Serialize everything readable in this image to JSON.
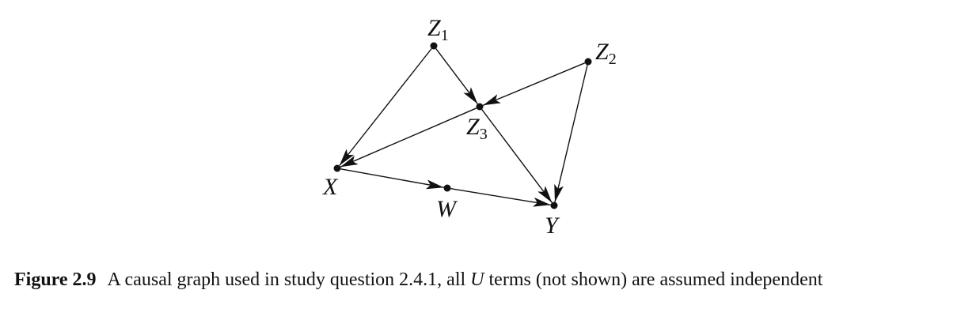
{
  "diagram": {
    "nodes": [
      {
        "id": "Z1",
        "label": "Z",
        "sub": "1"
      },
      {
        "id": "Z2",
        "label": "Z",
        "sub": "2"
      },
      {
        "id": "Z3",
        "label": "Z",
        "sub": "3"
      },
      {
        "id": "X",
        "label": "X",
        "sub": ""
      },
      {
        "id": "W",
        "label": "W",
        "sub": ""
      },
      {
        "id": "Y",
        "label": "Y",
        "sub": ""
      }
    ],
    "edges": [
      {
        "from": "Z1",
        "to": "X"
      },
      {
        "from": "Z1",
        "to": "Z3"
      },
      {
        "from": "Z2",
        "to": "Z3"
      },
      {
        "from": "Z2",
        "to": "Y"
      },
      {
        "from": "Z3",
        "to": "X"
      },
      {
        "from": "Z3",
        "to": "Y"
      },
      {
        "from": "X",
        "to": "W"
      },
      {
        "from": "W",
        "to": "Y"
      }
    ]
  },
  "caption": {
    "label": "Figure 2.9",
    "text_before": "A causal graph used in study question 2.4.1, all ",
    "math": "U",
    "text_after": " terms (not shown) are assumed independent"
  }
}
